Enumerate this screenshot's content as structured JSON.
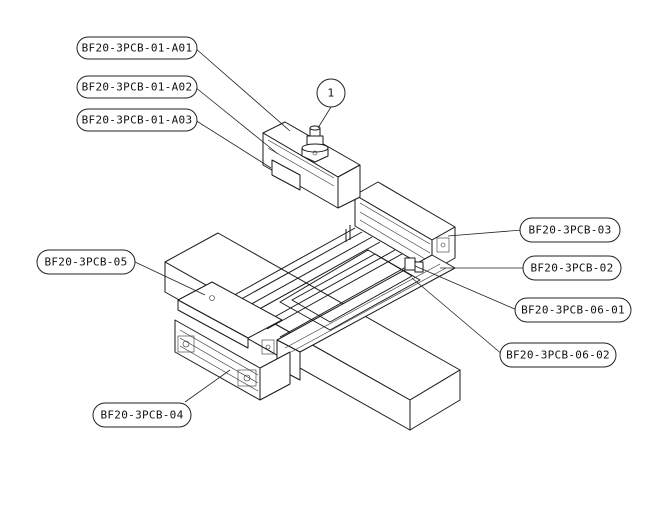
{
  "item_balloon": "1",
  "callouts": {
    "a01": "BF20-3PCB-01-A01",
    "a02": "BF20-3PCB-01-A02",
    "a03": "BF20-3PCB-01-A03",
    "p03": "BF20-3PCB-03",
    "p02": "BF20-3PCB-02",
    "p05": "BF20-3PCB-05",
    "p0601": "BF20-3PCB-06-01",
    "p0602": "BF20-3PCB-06-02",
    "p04": "BF20-3PCB-04"
  }
}
